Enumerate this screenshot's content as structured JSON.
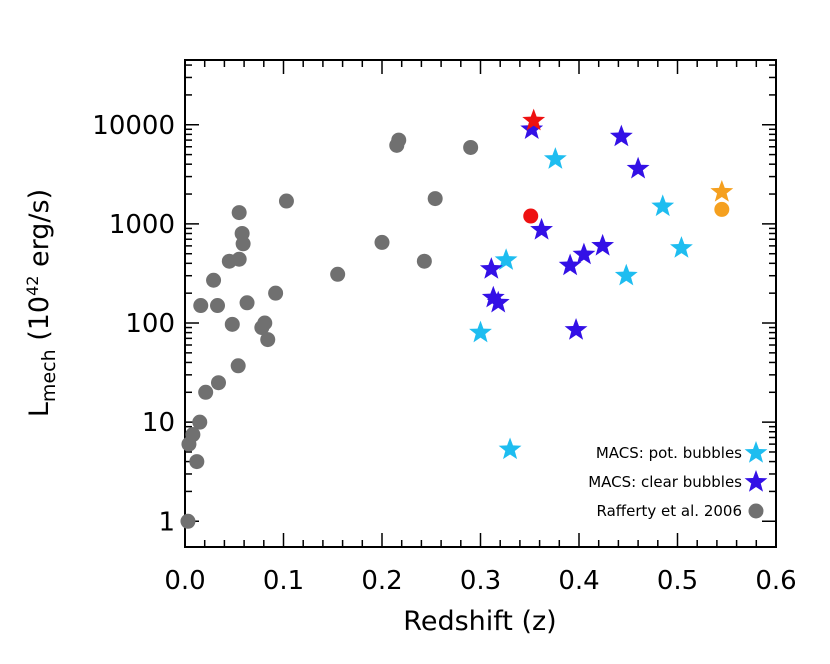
{
  "colors": {
    "background": "#ffffff",
    "axis": "#000000",
    "rafferty": "#707070",
    "pot_bubbles": "#1ebdf0",
    "clear_bubbles": "#3310e6",
    "highlight_red": "#ee1111",
    "highlight_orange": "#f5a01f"
  },
  "chart_data": {
    "type": "scatter",
    "title": "",
    "xlabel": "Redshift (z)",
    "ylabel_main": "L",
    "ylabel_sub": "mech",
    "ylabel_paren": " (10",
    "ylabel_exp": "42",
    "ylabel_unit": " erg/s)",
    "xlim": [
      0.0,
      0.6
    ],
    "ylim": [
      0.55,
      45000
    ],
    "y_scale": "log",
    "grid": false,
    "legend_position": "bottom-right",
    "x_ticks": [
      {
        "value": 0.0,
        "label": "0.0"
      },
      {
        "value": 0.1,
        "label": "0.1"
      },
      {
        "value": 0.2,
        "label": "0.2"
      },
      {
        "value": 0.3,
        "label": "0.3"
      },
      {
        "value": 0.4,
        "label": "0.4"
      },
      {
        "value": 0.5,
        "label": "0.5"
      },
      {
        "value": 0.6,
        "label": "0.6"
      }
    ],
    "y_ticks": [
      {
        "value": 1,
        "label": "1"
      },
      {
        "value": 10,
        "label": "10"
      },
      {
        "value": 100,
        "label": "100"
      },
      {
        "value": 1000,
        "label": "1000"
      },
      {
        "value": 10000,
        "label": "10000"
      }
    ],
    "legend": [
      {
        "label": "MACS: pot. bubbles",
        "series": "pot_bubbles"
      },
      {
        "label": "MACS: clear bubbles",
        "series": "clear_bubbles"
      },
      {
        "label": "Rafferty et al. 2006",
        "series": "rafferty"
      }
    ],
    "series": [
      {
        "name": "Rafferty et al. 2006",
        "key": "rafferty",
        "marker": "circle",
        "color": "#707070",
        "points": [
          [
            0.003,
            1.0
          ],
          [
            0.004,
            6.0
          ],
          [
            0.008,
            7.5
          ],
          [
            0.012,
            4.0
          ],
          [
            0.015,
            10.0
          ],
          [
            0.016,
            150
          ],
          [
            0.021,
            20
          ],
          [
            0.029,
            270
          ],
          [
            0.034,
            25
          ],
          [
            0.033,
            150
          ],
          [
            0.045,
            420
          ],
          [
            0.048,
            97
          ],
          [
            0.055,
            1300
          ],
          [
            0.055,
            440
          ],
          [
            0.058,
            800
          ],
          [
            0.059,
            630
          ],
          [
            0.054,
            37
          ],
          [
            0.063,
            160
          ],
          [
            0.078,
            90
          ],
          [
            0.081,
            100
          ],
          [
            0.084,
            68
          ],
          [
            0.092,
            200
          ],
          [
            0.103,
            1700
          ],
          [
            0.155,
            310
          ],
          [
            0.2,
            650
          ],
          [
            0.215,
            6200
          ],
          [
            0.217,
            7000
          ],
          [
            0.243,
            420
          ],
          [
            0.254,
            1800
          ],
          [
            0.29,
            5900
          ]
        ]
      },
      {
        "name": "MACS: pot. bubbles",
        "key": "pot_bubbles",
        "marker": "star",
        "color": "#1ebdf0",
        "points": [
          [
            0.3,
            80
          ],
          [
            0.326,
            430
          ],
          [
            0.33,
            5.3
          ],
          [
            0.376,
            4500
          ],
          [
            0.448,
            300
          ],
          [
            0.485,
            1500
          ],
          [
            0.504,
            570
          ]
        ]
      },
      {
        "name": "MACS: clear bubbles",
        "key": "clear_bubbles",
        "marker": "star",
        "color": "#3310e6",
        "points": [
          [
            0.311,
            350
          ],
          [
            0.313,
            180
          ],
          [
            0.318,
            160
          ],
          [
            0.352,
            9000
          ],
          [
            0.362,
            870
          ],
          [
            0.391,
            380
          ],
          [
            0.397,
            85
          ],
          [
            0.405,
            490
          ],
          [
            0.424,
            600
          ],
          [
            0.443,
            7600
          ],
          [
            0.46,
            3600
          ]
        ]
      },
      {
        "name": "",
        "key": "highlight_red_star",
        "marker": "star",
        "color": "#ee1111",
        "points": [
          [
            0.354,
            11000
          ]
        ]
      },
      {
        "name": "",
        "key": "highlight_red_circle",
        "marker": "circle",
        "color": "#ee1111",
        "points": [
          [
            0.351,
            1200
          ]
        ]
      },
      {
        "name": "",
        "key": "highlight_orange_star",
        "marker": "star",
        "color": "#f5a01f",
        "points": [
          [
            0.545,
            2100
          ]
        ]
      },
      {
        "name": "",
        "key": "highlight_orange_circle",
        "marker": "circle",
        "color": "#f5a01f",
        "points": [
          [
            0.545,
            1400
          ]
        ]
      }
    ]
  }
}
